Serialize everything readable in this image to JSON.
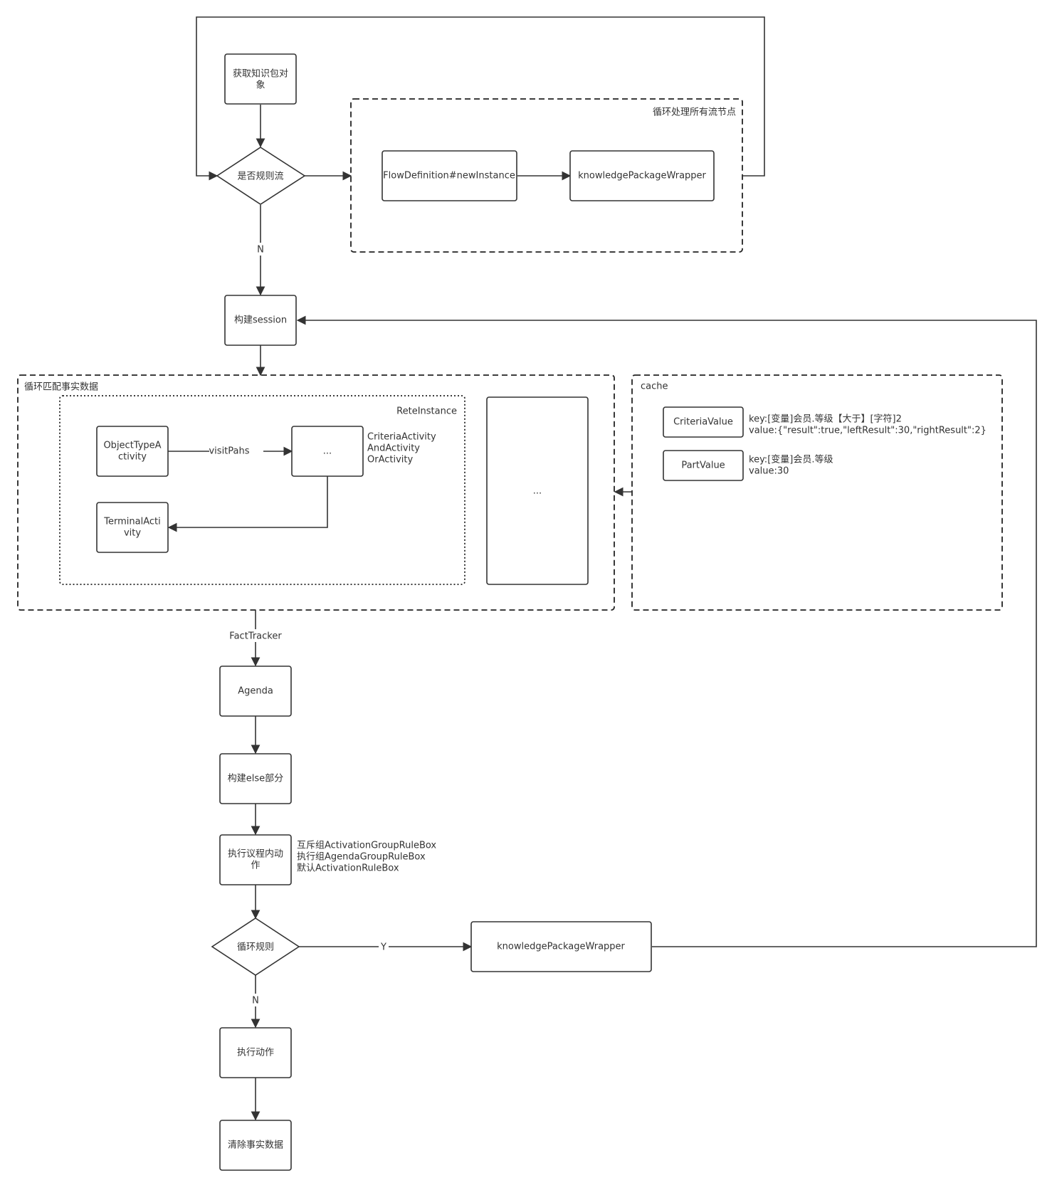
{
  "nodes": {
    "get_knowledge": [
      "获取知识包对",
      "象"
    ],
    "is_rule_flow": "是否规则流",
    "flow_def_new_instance": "FlowDefinition#newInstance",
    "knowledge_wrapper_top": "knowledgePackageWrapper",
    "build_session": "构建session",
    "object_type_activity": [
      "ObjectTypeA",
      "ctivity"
    ],
    "ellipsis_node": "...",
    "terminal_activity": [
      "TerminalActi",
      "vity"
    ],
    "right_ellipsis_box": "...",
    "criteria_value": "CriteriaValue",
    "part_value": "PartValue",
    "agenda": "Agenda",
    "build_else": "构建else部分",
    "exec_agenda_actions": [
      "执行议程内动",
      "作"
    ],
    "loop_rule": "循环规则",
    "knowledge_wrapper_bottom": "knowledgePackageWrapper",
    "exec_actions": "执行动作",
    "clear_facts": "清除事实数据"
  },
  "containers": {
    "loop_flow_nodes": "循环处理所有流节点",
    "loop_match_facts": "循环匹配事实数据",
    "rete_instance": "ReteInstance",
    "cache": "cache"
  },
  "annotations": {
    "activity_types": [
      "CriteriaActivity",
      "AndActivity",
      "OrActivity"
    ],
    "criteria_kv": [
      "key:[变量]会员.等级【大于】[字符]2",
      "value:{\"result\":true,\"leftResult\":30,\"rightResult\":2}"
    ],
    "part_kv": [
      "key:[变量]会员.等级",
      "value:30"
    ],
    "rule_boxes": [
      "互斥组ActivationGroupRuleBox",
      "执行组AgendaGroupRuleBox",
      "默认ActivationRuleBox"
    ]
  },
  "edge_labels": {
    "n_from_rule_flow": "N",
    "visit_paths": "visitPahs",
    "fact_tracker": "FactTracker",
    "y_from_loop": "Y",
    "n_from_loop": "N"
  }
}
